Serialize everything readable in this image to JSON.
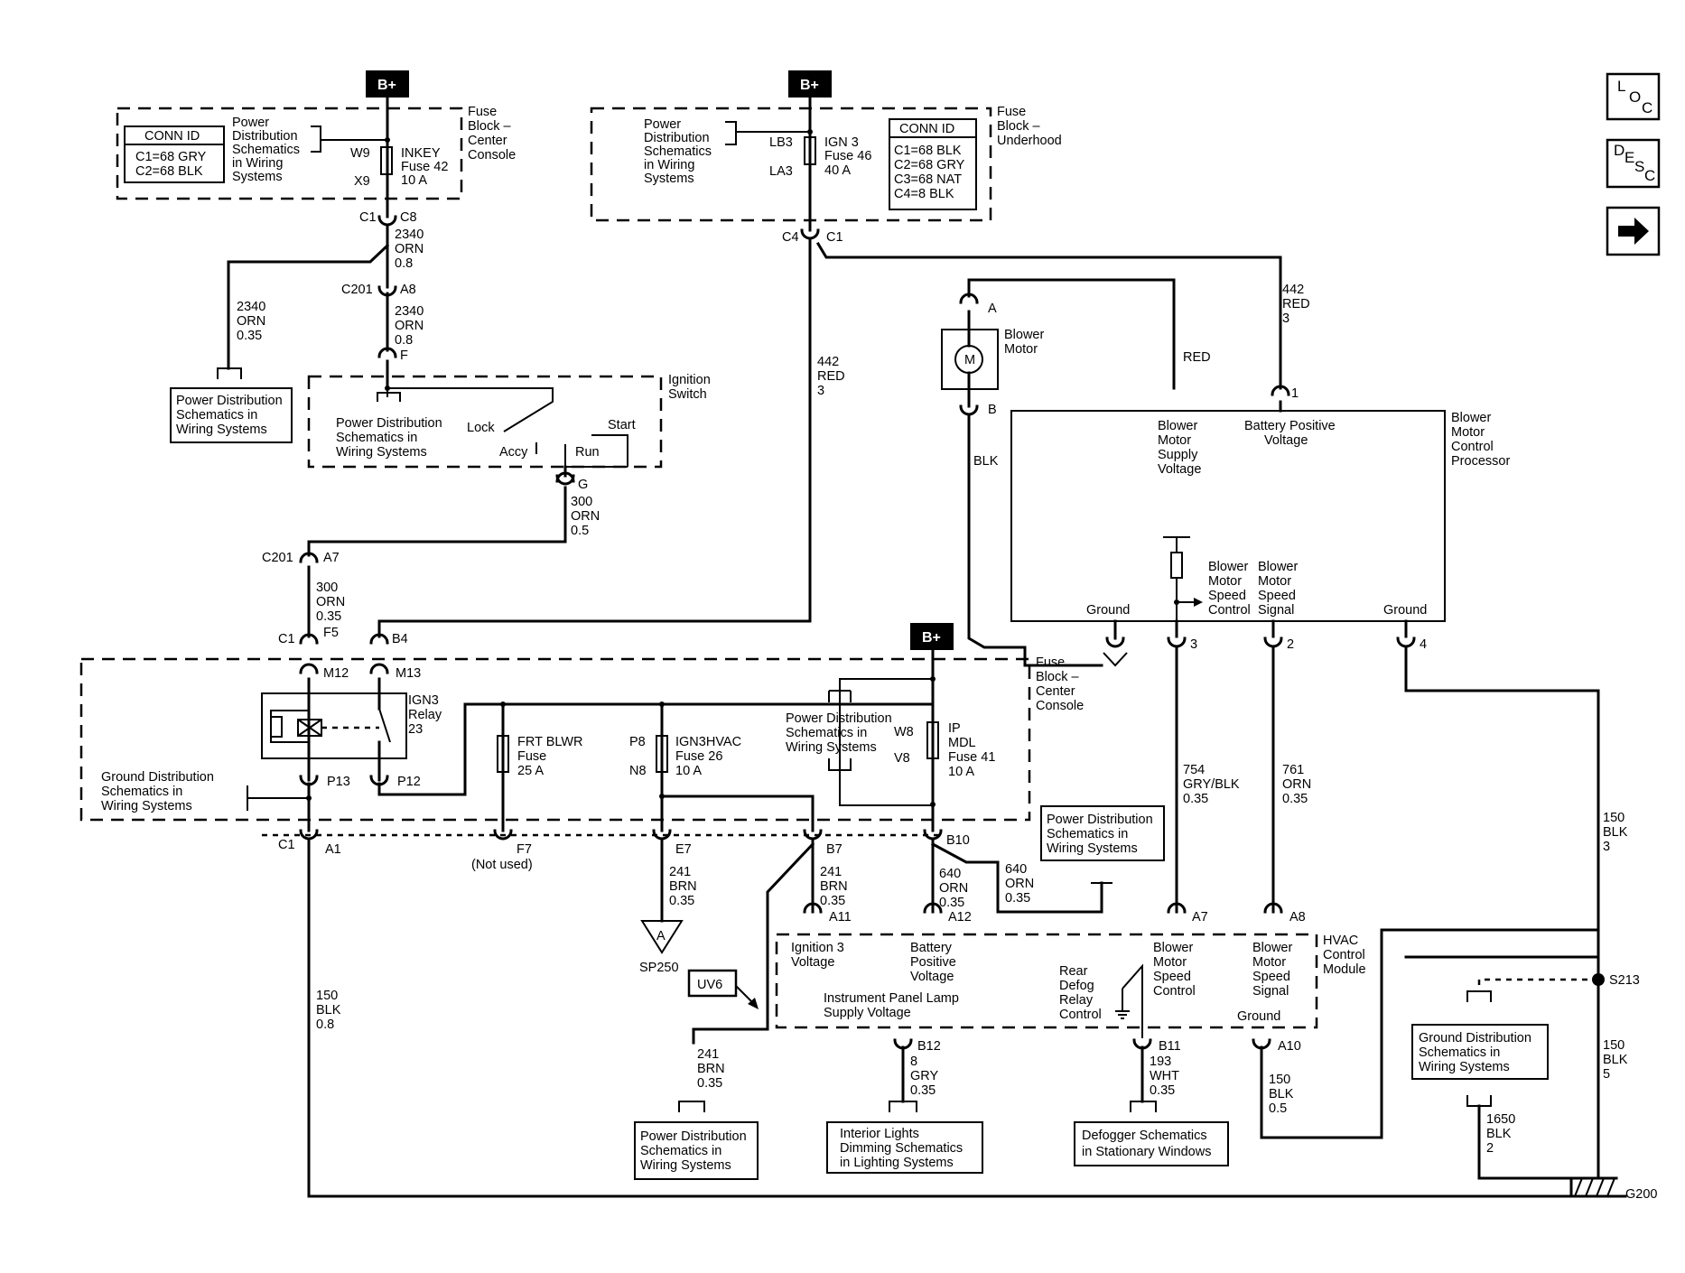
{
  "sources": {
    "bplus": "B+"
  },
  "nav": {
    "loc": [
      "L",
      "O",
      "C"
    ],
    "desc": [
      "D",
      "E",
      "S",
      "C"
    ]
  },
  "fb_center_top": {
    "title": [
      "Fuse",
      "Block –",
      "Center",
      "Console"
    ],
    "conn_id": "CONN ID",
    "conns": [
      "C1=68 GRY",
      "C2=68 BLK"
    ],
    "pd": [
      "Power",
      "Distribution",
      "Schematics",
      "in Wiring",
      "Systems"
    ],
    "w": "W9",
    "x": "X9",
    "fuse": [
      "INKEY",
      "Fuse 42",
      "10 A"
    ]
  },
  "fb_underhood": {
    "title": [
      "Fuse",
      "Block –",
      "Underhood"
    ],
    "conn_id": "CONN ID",
    "conns": [
      "C1=68 BLK",
      "C2=68 GRY",
      "C3=68 NAT",
      "C4=8 BLK"
    ],
    "pd": [
      "Power",
      "Distribution",
      "Schematics",
      "in Wiring",
      "Systems"
    ],
    "lb": "LB3",
    "la": "LA3",
    "fuse": [
      "IGN 3",
      "Fuse 46",
      "40 A"
    ],
    "c4": "C4",
    "c1": "C1"
  },
  "wires": {
    "w2340a": [
      "2340",
      "ORN",
      "0.8"
    ],
    "w2340b": [
      "2340",
      "ORN",
      "0.8"
    ],
    "w2340c": [
      "2340",
      "ORN",
      "0.35"
    ],
    "w442a": [
      "442",
      "RED",
      "3"
    ],
    "w442b": [
      "442",
      "RED",
      "3"
    ],
    "red": "RED",
    "blk": "BLK",
    "w300a": [
      "300",
      "ORN",
      "0.5"
    ],
    "w300b": [
      "300",
      "ORN",
      "0.35"
    ],
    "w754": [
      "754",
      "GRY/BLK",
      "0.35"
    ],
    "w761": [
      "761",
      "ORN",
      "0.35"
    ],
    "w150a": [
      "150",
      "BLK",
      "3"
    ],
    "w150b": [
      "150",
      "BLK",
      "5"
    ],
    "w150c": [
      "150",
      "BLK",
      "0.8"
    ],
    "w150d": [
      "150",
      "BLK",
      "0.5"
    ],
    "w1650": [
      "1650",
      "BLK",
      "2"
    ],
    "w241a": [
      "241",
      "BRN",
      "0.35"
    ],
    "w241b": [
      "241",
      "BRN",
      "0.35"
    ],
    "w241c": [
      "241",
      "BRN",
      "0.35"
    ],
    "w640a": [
      "640",
      "ORN",
      "0.35"
    ],
    "w640b": [
      "640",
      "ORN",
      "0.35"
    ],
    "w8": [
      "8",
      "GRY",
      "0.35"
    ],
    "w193": [
      "193",
      "WHT",
      "0.35"
    ]
  },
  "connectors": {
    "c1": "C1",
    "c8": "C8",
    "c201": "C201",
    "a8": "A8",
    "f": "F",
    "g": "G",
    "a7": "A7",
    "c201b": "C201",
    "c1b": "C1",
    "f5": "F5",
    "b4": "B4",
    "m12": "M12",
    "m13": "M13",
    "p13": "P13",
    "p12": "P12",
    "c1c": "C1",
    "a1": "A1",
    "f7": "F7",
    "not_used": "(Not used)",
    "e7": "E7",
    "b7": "B7",
    "b10": "B10",
    "p8": "P8",
    "n8": "N8",
    "w8": "W8",
    "v8": "V8",
    "a11": "A11",
    "a12": "A12",
    "a7b": "A7",
    "a8b": "A8",
    "b12": "B12",
    "b11": "B11",
    "a10": "A10",
    "s213": "S213",
    "g200": "G200",
    "sp250": "SP250",
    "uv6": "UV6",
    "pin_a": "A",
    "pin_b": "B",
    "pin1": "1",
    "pin2": "2",
    "pin3": "3",
    "pin4": "4"
  },
  "pd_box_left": [
    "Power Distribution",
    "Schematics in",
    "Wiring Systems"
  ],
  "ign_switch": {
    "title": [
      "Ignition",
      "Switch"
    ],
    "pd": [
      "Power Distribution",
      "Schematics in",
      "Wiring Systems"
    ],
    "lock": "Lock",
    "accy": "Accy",
    "run": "Run",
    "start": "Start"
  },
  "blower_motor": {
    "label": [
      "Blower",
      "Motor"
    ],
    "m": "M"
  },
  "bmcp": {
    "title": [
      "Blower",
      "Motor",
      "Control",
      "Processor"
    ],
    "supply": [
      "Blower",
      "Motor",
      "Supply",
      "Voltage"
    ],
    "batt": [
      "Battery Positive",
      "Voltage"
    ],
    "speed_ctl": [
      "Blower",
      "Motor",
      "Speed",
      "Control"
    ],
    "speed_sig": [
      "Blower",
      "Motor",
      "Speed",
      "Signal"
    ],
    "ground1": "Ground",
    "ground2": "Ground"
  },
  "fb_center_bottom": {
    "title": [
      "Fuse",
      "Block –",
      "Center",
      "Console"
    ],
    "relay": [
      "IGN3",
      "Relay",
      "23"
    ],
    "gd": [
      "Ground Distribution",
      "Schematics in",
      "Wiring Systems"
    ],
    "frt": [
      "FRT BLWR",
      "Fuse",
      "25 A"
    ],
    "ign3hvac": [
      "IGN3HVAC",
      "Fuse 26",
      "10 A"
    ],
    "pd": [
      "Power Distribution",
      "Schematics in",
      "Wiring Systems"
    ],
    "ip": [
      "IP",
      "MDL",
      "Fuse 41",
      "10 A"
    ]
  },
  "pd_box_mid": [
    "Power Distribution",
    "Schematics in",
    "Wiring Systems"
  ],
  "hvac": {
    "title": [
      "HVAC",
      "Control",
      "Module"
    ],
    "ign3": [
      "Ignition 3",
      "Voltage"
    ],
    "batt": [
      "Battery",
      "Positive",
      "Voltage"
    ],
    "ipl": [
      "Instrument Panel Lamp",
      "Supply Voltage"
    ],
    "rear": [
      "Rear",
      "Defog",
      "Relay",
      "Control"
    ],
    "speed_ctl": [
      "Blower",
      "Motor",
      "Speed",
      "Control"
    ],
    "speed_sig": [
      "Blower",
      "Motor",
      "Speed",
      "Signal"
    ],
    "ground": "Ground"
  },
  "gd_box": [
    "Ground Distribution",
    "Schematics in",
    "Wiring Systems"
  ],
  "pd_box_bottom": [
    "Power Distribution",
    "Schematics in",
    "Wiring Systems"
  ],
  "interior_box": [
    "Interior Lights",
    "Dimming Schematics",
    "in Lighting Systems"
  ],
  "defog_box": [
    "Defogger Schematics",
    "in Stationary Windows"
  ]
}
